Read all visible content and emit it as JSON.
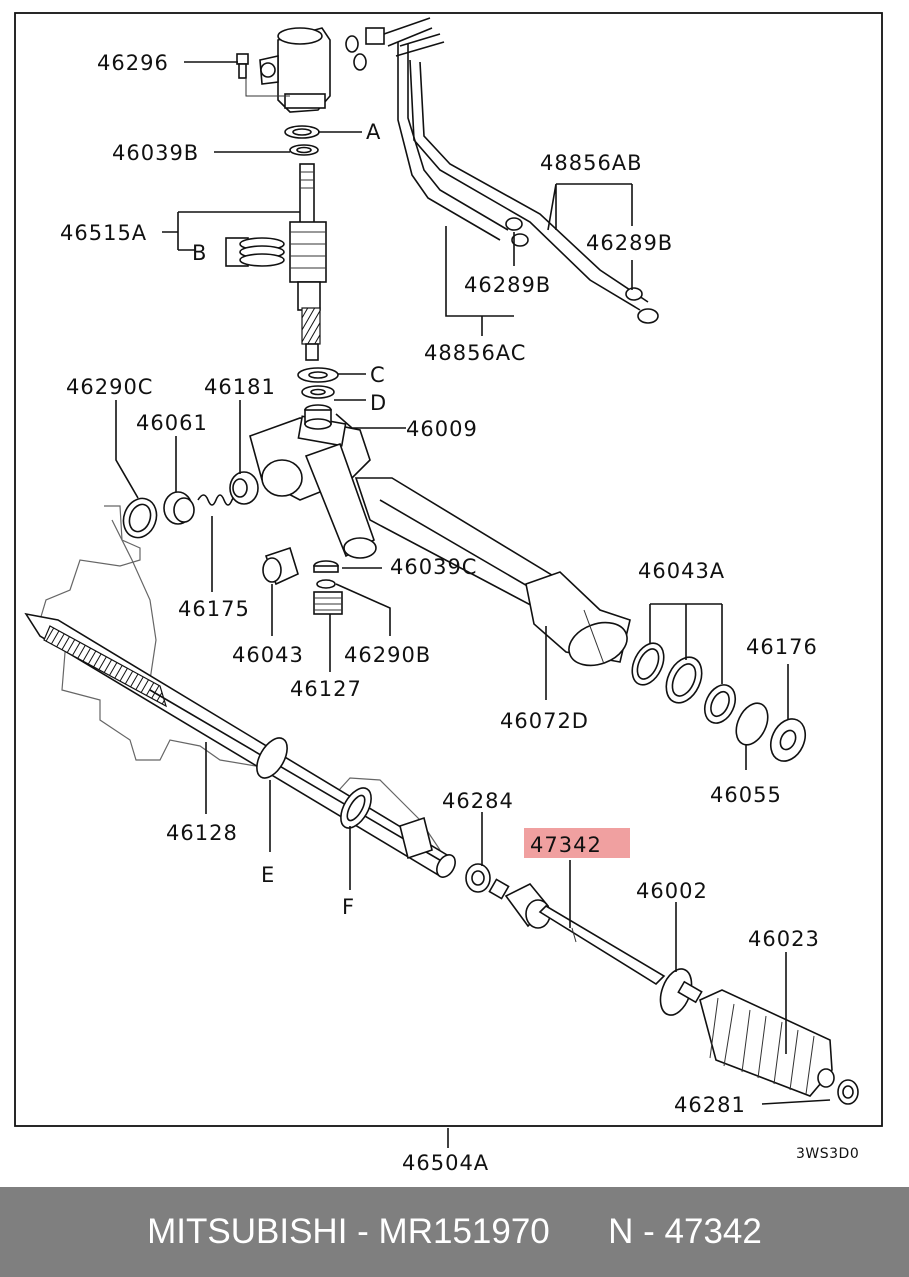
{
  "diagram": {
    "labels": {
      "l46296": "46296",
      "lA": "A",
      "l46039B": "46039B",
      "l46515A": "46515A",
      "lB": "B",
      "l48856AB": "48856AB",
      "l46289B_1": "46289B",
      "l46289B_2": "46289B",
      "l48856AC": "48856AC",
      "lC": "C",
      "lD": "D",
      "l46290C": "46290C",
      "l46181": "46181",
      "l46061": "46061",
      "l46009": "46009",
      "l46039C": "46039C",
      "l46175": "46175",
      "l46043": "46043",
      "l46290B": "46290B",
      "l46127": "46127",
      "l46043A": "46043A",
      "l46176": "46176",
      "l46072D": "46072D",
      "l46055": "46055",
      "l46128": "46128",
      "lE": "E",
      "lF": "F",
      "l46284": "46284",
      "l47342": "47342",
      "l46002": "46002",
      "l46023": "46023",
      "l46281": "46281",
      "l46504A": "46504A"
    },
    "diagram_code": "3WS3D0",
    "highlight_color": "#f0a0a0"
  },
  "footer": {
    "brand": "MITSUBISHI",
    "separator": " - ",
    "part_number": "MR151970",
    "ref_prefix": "N - ",
    "ref_number": "47342"
  },
  "colors": {
    "footer_background": "#7f7f7f",
    "footer_text": "#ffffff",
    "line": "#111111"
  }
}
